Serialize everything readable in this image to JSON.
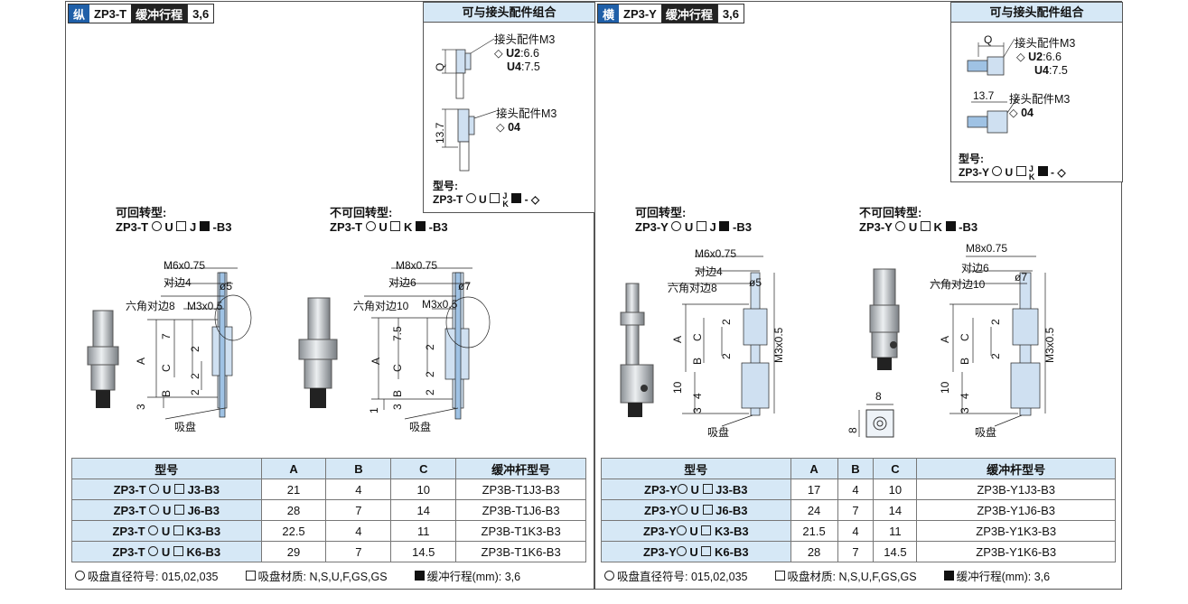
{
  "left": {
    "dir": "纵",
    "code": "ZP3-T",
    "label": "缓冲行程",
    "value": "3,6",
    "combo": {
      "title": "可与接头配件组合",
      "fit1": "接头配件M3",
      "u2a": "U2",
      "u2b": ":6.6",
      "u4a": "U4",
      "u4b": ":7.5",
      "fit2": "接头配件M3",
      "fit2v": "04",
      "q": "Q",
      "d137": "13.7",
      "model_lbl": "型号:",
      "model": "ZP3-T",
      "model_u": "U",
      "model_j": "J",
      "model_k": "K"
    },
    "rot_title": "可回转型:",
    "rot_model": "ZP3-T",
    "rot_u": "U",
    "rot_j": "J",
    "rot_b3": "-B3",
    "nrot_title": "不可回转型:",
    "nrot_model": "ZP3-T",
    "nrot_u": "U",
    "nrot_k": "K",
    "nrot_b3": "-B3",
    "dims_a": {
      "m6": "M6x0.75",
      "db4": "对边4",
      "d5": "ø5",
      "hex8": "六角对边8",
      "m3": "M3x0.5",
      "n7": "7",
      "n2a": "2",
      "n2b": "2",
      "n2c": "2",
      "A": "A",
      "B": "B",
      "C": "C",
      "n3": "3",
      "pad": "吸盘"
    },
    "dims_b": {
      "m8": "M8x0.75",
      "db6": "对边6",
      "d7": "ø7",
      "hex10": "六角对边10",
      "m3": "M3x0.5",
      "n75": "7.5",
      "n2a": "2",
      "n2b": "2",
      "n2c": "2",
      "A": "A",
      "B": "B",
      "C": "C",
      "n3": "3",
      "n1": "1",
      "pad": "吸盘"
    },
    "table": {
      "headers": [
        "型号",
        "A",
        "B",
        "C",
        "缓冲杆型号"
      ],
      "rows": [
        {
          "m1": "ZP3-T",
          "m2": "U",
          "m3": "J3-B3",
          "a": "21",
          "b": "4",
          "c": "10",
          "rod": "ZP3B-T1J3-B3"
        },
        {
          "m1": "ZP3-T",
          "m2": "U",
          "m3": "J6-B3",
          "a": "28",
          "b": "7",
          "c": "14",
          "rod": "ZP3B-T1J6-B3"
        },
        {
          "m1": "ZP3-T",
          "m2": "U",
          "m3": "K3-B3",
          "a": "22.5",
          "b": "4",
          "c": "11",
          "rod": "ZP3B-T1K3-B3"
        },
        {
          "m1": "ZP3-T",
          "m2": "U",
          "m3": "K6-B3",
          "a": "29",
          "b": "7",
          "c": "14.5",
          "rod": "ZP3B-T1K6-B3"
        }
      ]
    },
    "legend": {
      "circle": "吸盘直径符号: 015,02,035",
      "square": "吸盘材质: N,S,U,F,GS,GS",
      "black": "缓冲行程(mm): 3,6"
    }
  },
  "right": {
    "dir": "横",
    "code": "ZP3-Y",
    "label": "缓冲行程",
    "value": "3,6",
    "combo": {
      "title": "可与接头配件组合",
      "q": "Q",
      "fit1": "接头配件M3",
      "u2a": "U2",
      "u2b": ":6.6",
      "u4a": "U4",
      "u4b": ":7.5",
      "d137": "13.7",
      "fit2": "接头配件M3",
      "fit2v": "04",
      "model_lbl": "型号:",
      "model": "ZP3-Y",
      "model_u": "U",
      "model_j": "J",
      "model_k": "K"
    },
    "rot_title": "可回转型:",
    "rot_model": "ZP3-Y",
    "rot_u": "U",
    "rot_j": "J",
    "rot_b3": "-B3",
    "nrot_title": "不可回转型:",
    "nrot_model": "ZP3-Y",
    "nrot_u": "U",
    "nrot_k": "K",
    "nrot_b3": "-B3",
    "dims_a": {
      "m6": "M6x0.75",
      "db4": "对边4",
      "d5": "ø5",
      "hex8": "六角对边8",
      "m3": "M3x0.5",
      "A": "A",
      "C": "C",
      "B": "B",
      "n2a": "2",
      "n2b": "2",
      "n10": "10",
      "n3": "3",
      "n4": "4",
      "pad": "吸盘"
    },
    "dims_b": {
      "m8": "M8x0.75",
      "db6": "对边6",
      "d7": "ø7",
      "hex10": "六角对边10",
      "m3": "M3x0.5",
      "A": "A",
      "C": "C",
      "B": "B",
      "n2a": "2",
      "n2b": "2",
      "n10": "10",
      "n3": "3",
      "n4": "4",
      "pad": "吸盘",
      "n8a": "8",
      "n8b": "8"
    },
    "table": {
      "headers": [
        "型号",
        "A",
        "B",
        "C",
        "缓冲杆型号"
      ],
      "rows": [
        {
          "m1": "ZP3-Y",
          "m2": "U",
          "m3": "J3-B3",
          "a": "17",
          "b": "4",
          "c": "10",
          "rod": "ZP3B-Y1J3-B3"
        },
        {
          "m1": "ZP3-Y",
          "m2": "U",
          "m3": "J6-B3",
          "a": "24",
          "b": "7",
          "c": "14",
          "rod": "ZP3B-Y1J6-B3"
        },
        {
          "m1": "ZP3-Y",
          "m2": "U",
          "m3": "K3-B3",
          "a": "21.5",
          "b": "4",
          "c": "11",
          "rod": "ZP3B-Y1K3-B3"
        },
        {
          "m1": "ZP3-Y",
          "m2": "U",
          "m3": "K6-B3",
          "a": "28",
          "b": "7",
          "c": "14.5",
          "rod": "ZP3B-Y1K6-B3"
        }
      ]
    },
    "legend": {
      "circle": "吸盘直径符号: 015,02,035",
      "square": "吸盘材质: N,S,U,F,GS,GS",
      "black": "缓冲行程(mm): 3,6"
    }
  }
}
